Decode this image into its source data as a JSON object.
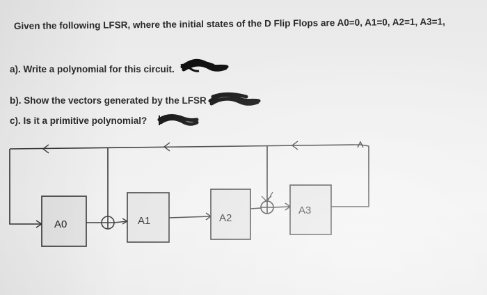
{
  "question": {
    "intro": "Given the following LFSR, where the initial states of the D Flip Flops are A0=0, A1=0, A2=1, A3=1,",
    "part_a": "a). Write a polynomial for this circuit.",
    "part_b": "b). Show the vectors generated by the LFSR",
    "part_c": "c). Is it a primitive polynomial?"
  },
  "circuit": {
    "flip_flops": [
      "A0",
      "A1",
      "A2",
      "A3"
    ]
  }
}
